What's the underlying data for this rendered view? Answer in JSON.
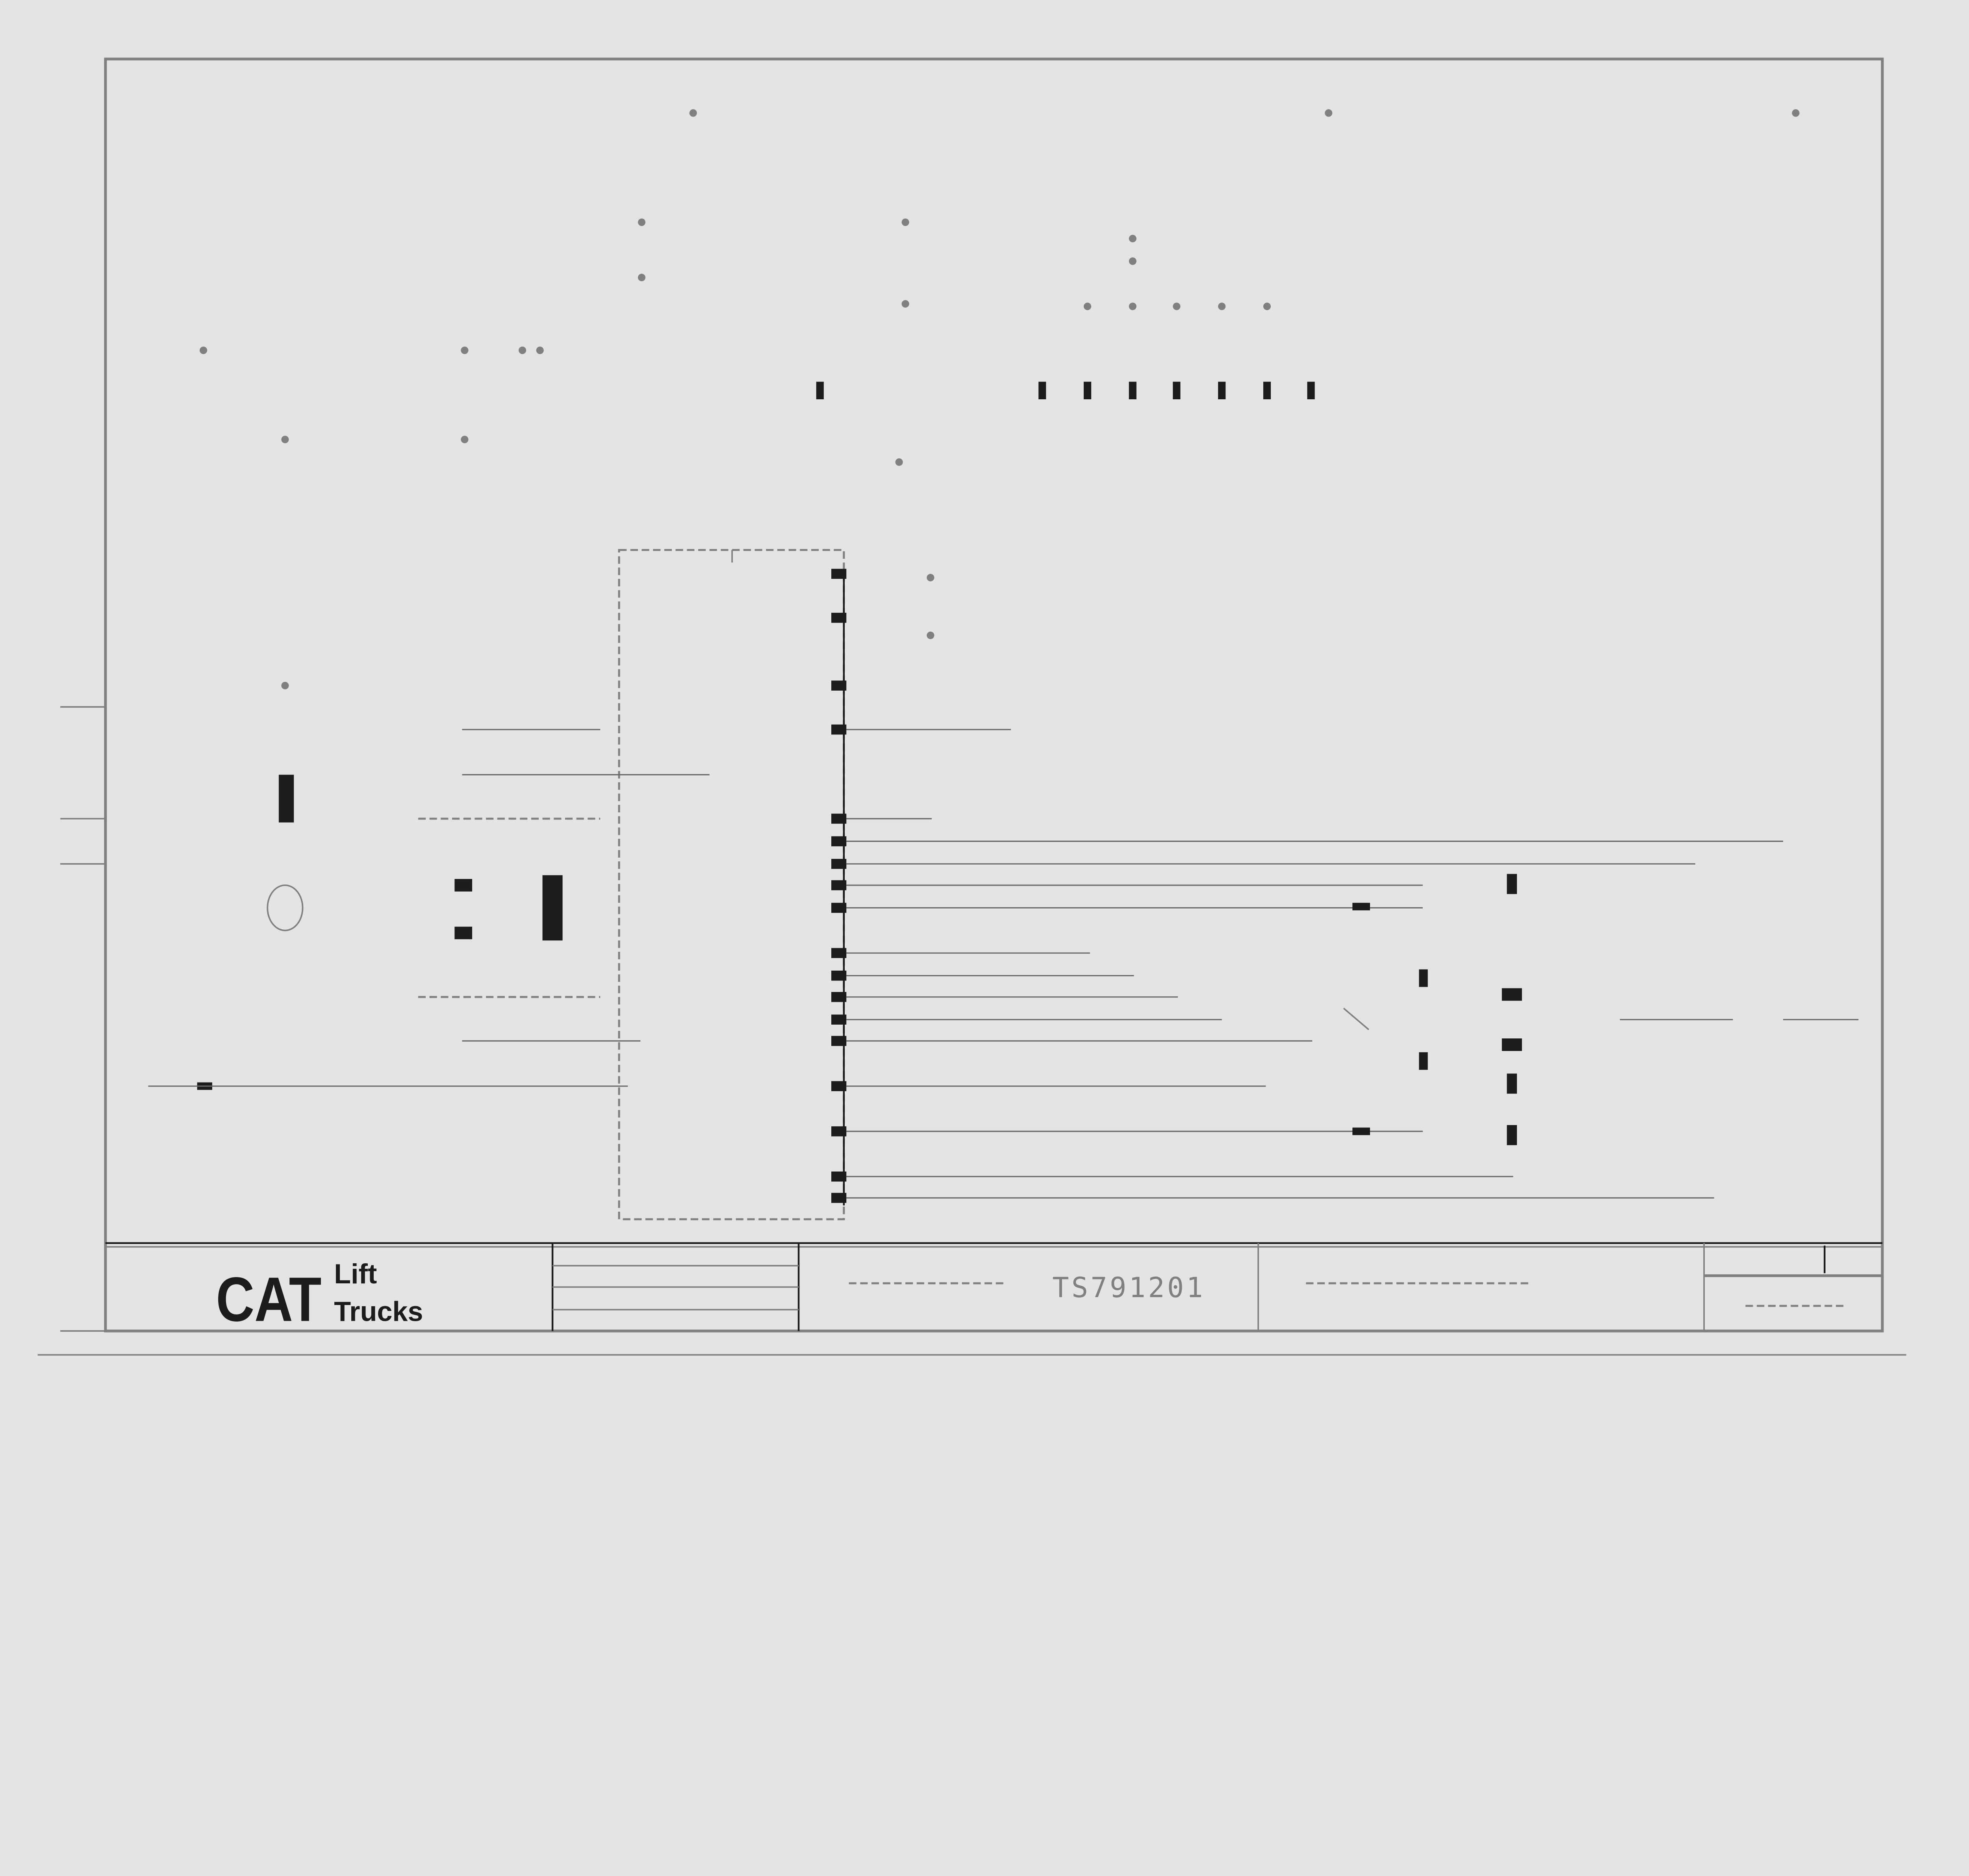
{
  "title_block": {
    "logo_brand": "CAT",
    "logo_line1": "Lift",
    "logo_line2": "Trucks",
    "drawing_number": "TS791201"
  },
  "colors": {
    "background": "#e4e4e4",
    "line_dark": "#1c1c1c",
    "line_gray": "#808080"
  }
}
